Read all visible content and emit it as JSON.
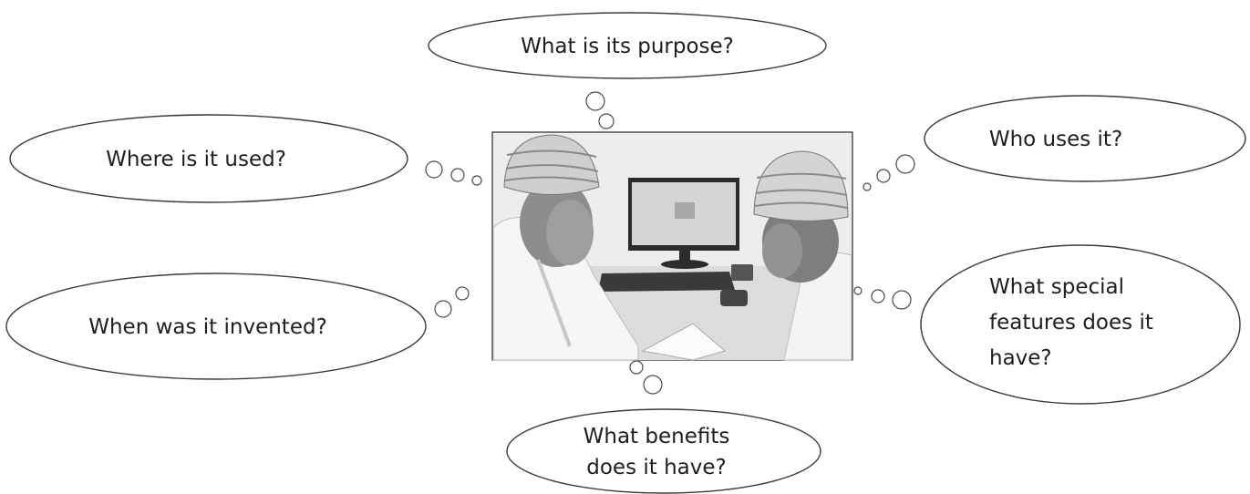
{
  "questions": {
    "purpose": [
      "What is its purpose?"
    ],
    "where": [
      "Where is it used?"
    ],
    "who": [
      "Who uses it?"
    ],
    "when": [
      "When was it invented?"
    ],
    "features": [
      "What special",
      "features does it",
      "have?"
    ],
    "benefits": [
      "What benefits",
      "does it have?"
    ]
  },
  "photo": {
    "description_icon": "photo-two-men-at-computer"
  }
}
